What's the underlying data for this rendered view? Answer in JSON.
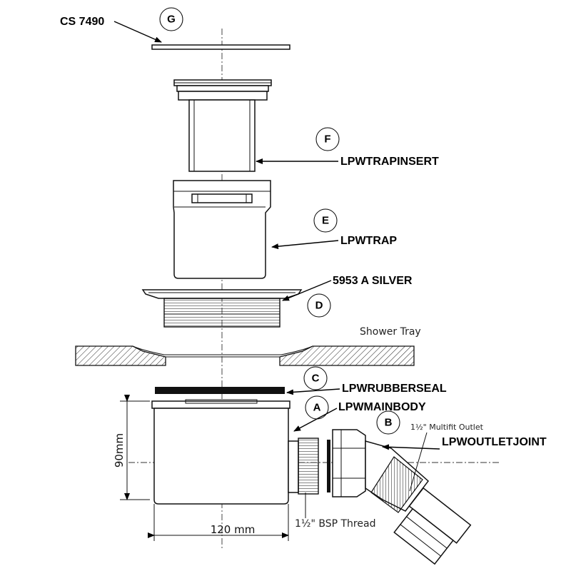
{
  "labels": {
    "cs7490": "CS 7490",
    "trap_insert": "LPWTRAPINSERT",
    "trap": "LPWTRAP",
    "waste_silver": "5953 A SILVER",
    "rubber_seal": "LPWRUBBERSEAL",
    "main_body": "LPWMAINBODY",
    "outlet_joint": "LPWOUTLETJOINT"
  },
  "callouts": {
    "g": "G",
    "f": "F",
    "e": "E",
    "d": "D",
    "c": "C",
    "a": "A",
    "b": "B"
  },
  "notes": {
    "shower_tray": "Shower Tray",
    "multifit_outlet": "1½\" Multifit Outlet",
    "bsp_thread": "1½\" BSP Thread"
  },
  "dimensions": {
    "height": "90mm",
    "width": "120 mm"
  }
}
